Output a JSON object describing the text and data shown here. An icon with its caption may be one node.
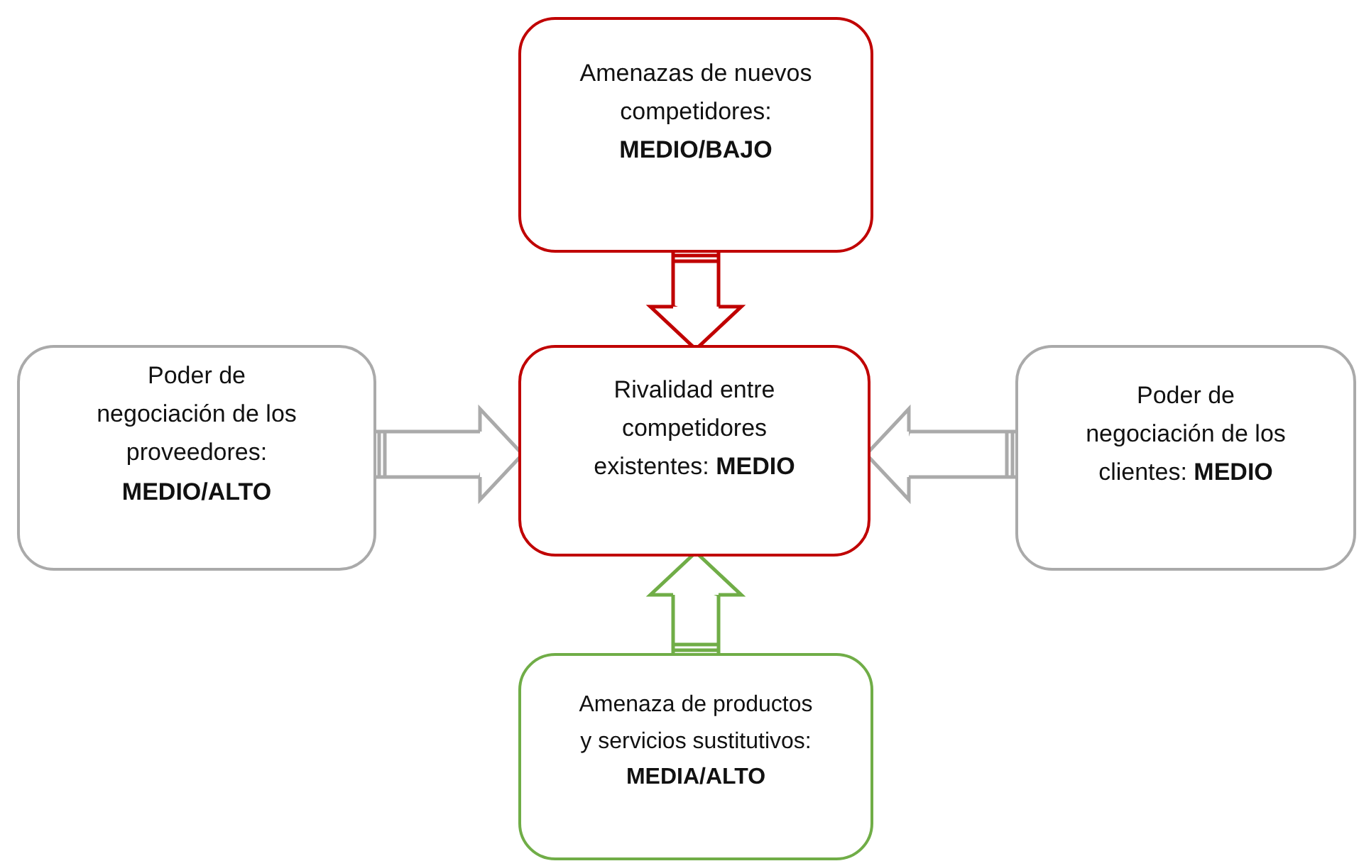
{
  "diagram": {
    "nodes": [
      {
        "text": [
          "Amenazas de nuevos competidores: **MEDIO/BAJO**"
        ]
      },
      {
        "text": [
          "Poder de negociación de los proveedores: **MEDIO/ALTO**"
        ]
      },
      {
        "text": [
          "Rivalidad entre competidores existentes: **MEDIO**"
        ]
      },
      {
        "text": [
          "Poder de negociación de los clientes: **MEDIO**"
        ]
      },
      {
        "text": [
          "Amenaza de productos y servicios sustitutivos: **MEDIA/ALTO**"
        ]
      }
    ],
    "edges": [
      {
        "from": 0,
        "to": 2,
        "arrow": "to",
        "color": "#c00000"
      },
      {
        "from": 1,
        "to": 2,
        "arrow": "to"
      },
      {
        "from": 3,
        "to": 2,
        "arrow": "to"
      },
      {
        "from": 4,
        "to": 2,
        "arrow": "to",
        "color": "#70ad47"
      }
    ]
  }
}
